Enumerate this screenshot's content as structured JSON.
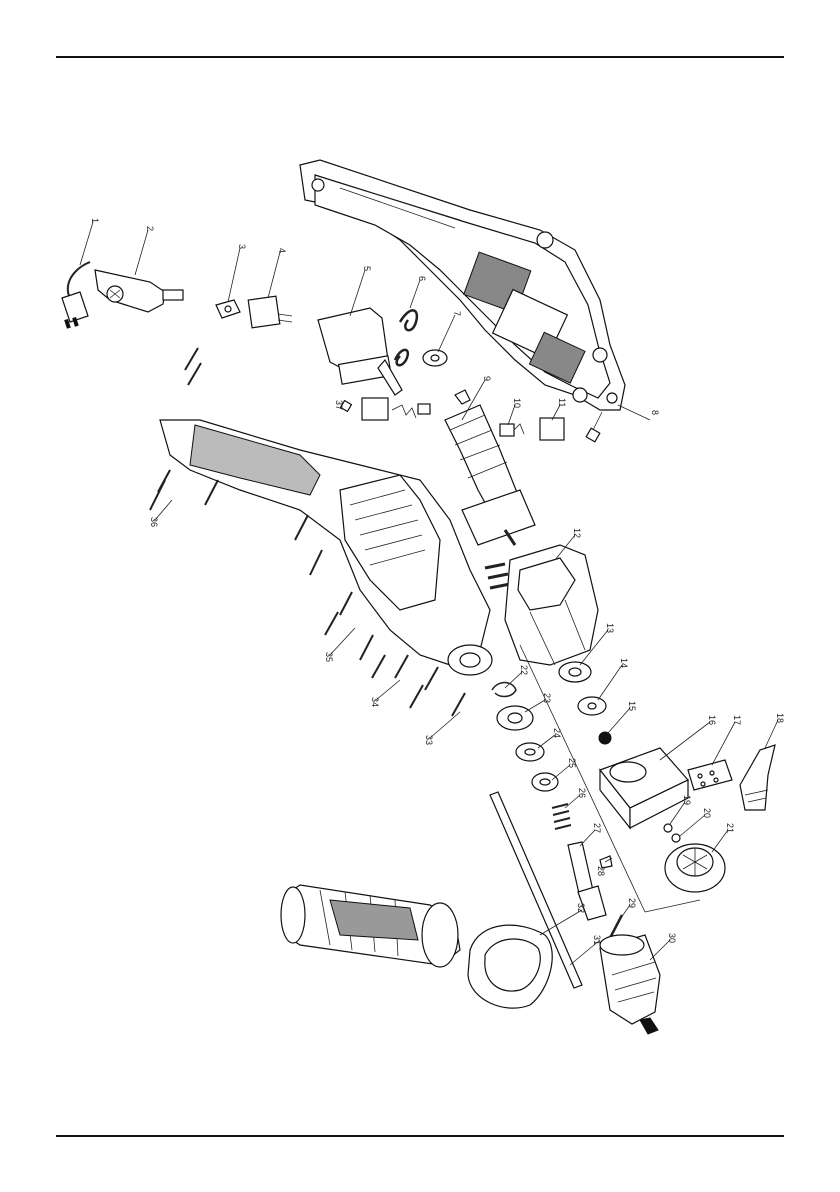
{
  "diagram": {
    "callouts": [
      {
        "id": "c1",
        "text": "1"
      },
      {
        "id": "c2",
        "text": "2"
      },
      {
        "id": "c3",
        "text": "3"
      },
      {
        "id": "c4",
        "text": "4"
      },
      {
        "id": "c5",
        "text": "5"
      },
      {
        "id": "c6",
        "text": "6"
      },
      {
        "id": "c7",
        "text": "7"
      },
      {
        "id": "c8",
        "text": "8"
      },
      {
        "id": "c9",
        "text": "9"
      },
      {
        "id": "c10",
        "text": "10"
      },
      {
        "id": "c11",
        "text": "11"
      },
      {
        "id": "c12",
        "text": "12"
      },
      {
        "id": "c13",
        "text": "13"
      },
      {
        "id": "c14",
        "text": "14"
      },
      {
        "id": "c15",
        "text": "15"
      },
      {
        "id": "c16",
        "text": "16"
      },
      {
        "id": "c17",
        "text": "17"
      },
      {
        "id": "c18",
        "text": "18"
      },
      {
        "id": "c19",
        "text": "19"
      },
      {
        "id": "c20",
        "text": "20"
      },
      {
        "id": "c21",
        "text": "21"
      },
      {
        "id": "c22",
        "text": "22"
      },
      {
        "id": "c23",
        "text": "23"
      },
      {
        "id": "c24",
        "text": "24"
      },
      {
        "id": "c25",
        "text": "25"
      },
      {
        "id": "c26",
        "text": "26"
      },
      {
        "id": "c27",
        "text": "27"
      },
      {
        "id": "c28",
        "text": "28"
      },
      {
        "id": "c29",
        "text": "29"
      },
      {
        "id": "c30",
        "text": "30"
      },
      {
        "id": "c31",
        "text": "31"
      },
      {
        "id": "c32",
        "text": "32"
      },
      {
        "id": "c33",
        "text": "33"
      },
      {
        "id": "c34",
        "text": "34"
      },
      {
        "id": "c35",
        "text": "35"
      },
      {
        "id": "c36",
        "text": "36"
      },
      {
        "id": "c37",
        "text": "37"
      }
    ]
  }
}
